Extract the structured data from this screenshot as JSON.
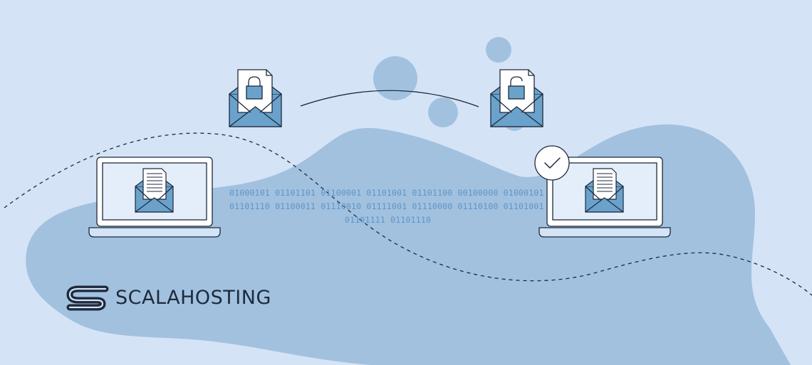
{
  "brand": {
    "name": "SCALAHOSTING",
    "logo_icon": "scalahosting-s-logo-icon"
  },
  "binary": {
    "line1": "01000101 01101101 01100001 01101001 01101100 00100000 01000101",
    "line2": "01101110 01100011 01110010 01111001 01110000 01110100 01101001",
    "line3": "01101111 01101110"
  },
  "icons": {
    "sender_laptop": "laptop-icon",
    "receiver_laptop": "laptop-icon",
    "locked_envelope": "locked-envelope-icon",
    "unlocked_envelope": "unlocked-envelope-icon",
    "check_badge": "check-circle-icon"
  },
  "colors": {
    "background": "#d5e3f6",
    "blob": "#a1c1df",
    "envelope": "#6aa2cc",
    "outline": "#1e2a3b",
    "laptop_screen": "#e4eefa"
  }
}
